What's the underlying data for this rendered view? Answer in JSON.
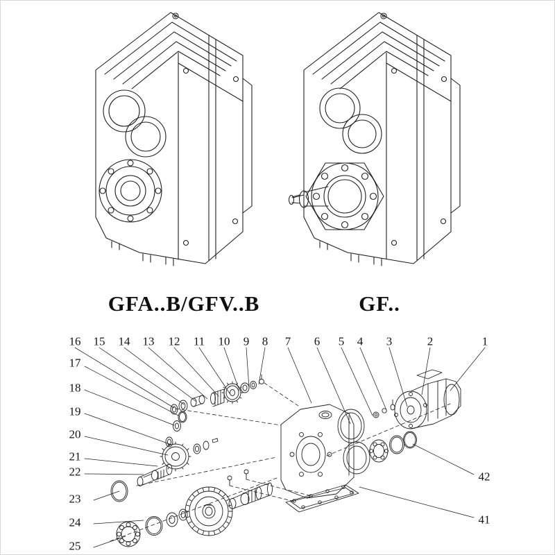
{
  "page": {
    "background": "#ffffff",
    "ink": "#1f1f1f"
  },
  "figures": {
    "left": {
      "label": "GFA..B/GFV..B"
    },
    "right": {
      "label": "GF.."
    }
  },
  "exploded": {
    "top_callouts": [
      "16",
      "15",
      "14",
      "13",
      "12",
      "11",
      "10",
      "9",
      "8",
      "7",
      "6",
      "5",
      "4",
      "3",
      "2",
      "1"
    ],
    "left_callouts": [
      "17",
      "18",
      "19",
      "20",
      "21",
      "22",
      "23",
      "24",
      "25"
    ],
    "right_callouts": [
      "42",
      "41"
    ]
  }
}
